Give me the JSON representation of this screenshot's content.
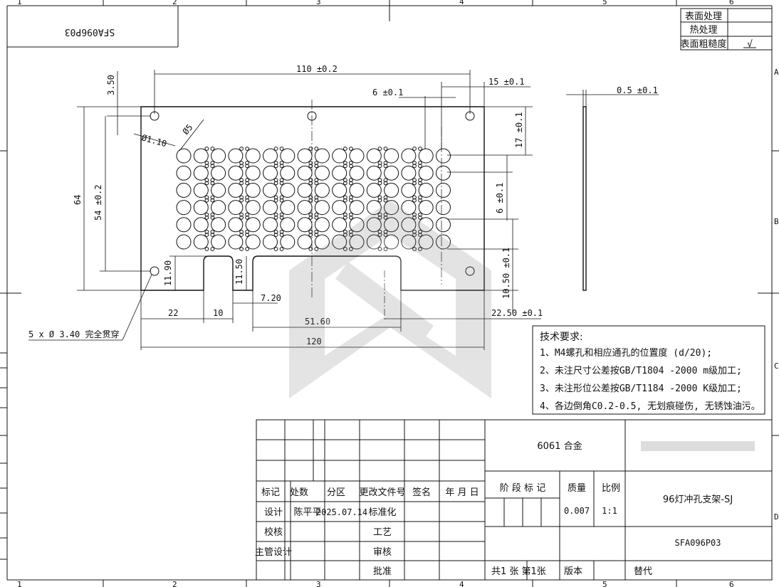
{
  "border": {
    "top_zones": [
      "1",
      "2",
      "3",
      "4",
      "5",
      "6"
    ],
    "bottom_zones": [
      "1",
      "2",
      "3",
      "4",
      "5",
      "6"
    ],
    "right_zones": [
      "A",
      "B",
      "C",
      "D"
    ]
  },
  "mirrored_code": "SFA096P03",
  "surface_table": {
    "rows": [
      {
        "label": "表面处理",
        "value": ""
      },
      {
        "label": "热处理",
        "value": ""
      },
      {
        "label": "表面粗糙度",
        "value": "√"
      }
    ]
  },
  "dims": {
    "d110": "110 ±0.2",
    "d6": "6 ±0.1",
    "d15": "15 ±0.1",
    "d05": "0.5 ±0.1",
    "d350": "3.50",
    "d64": "64",
    "d54": "54 ±0.2",
    "dphi110": "Ø1.10",
    "dphi5": "Ø5",
    "d17": "17 ±0.1",
    "d6v": "6 ±0.1",
    "d1050": "10.50 ±0.1",
    "d1190": "11.90",
    "d1150": "11.50",
    "d720": "7.20",
    "d22": "22",
    "d10": "10",
    "d5160": "51.60",
    "d2250": "22.50 ±0.1",
    "d120": "120",
    "holes": "5 x Ø 3.40 完全贯穿"
  },
  "tech": {
    "title": "技术要求:",
    "items": [
      "1、M4螺孔和相应通孔的位置度 (d/20);",
      "2、未注尺寸公差按GB/T1804 -2000 m级加工;",
      "3、未注形位公差按GB/T1184 -2000 K级加工;",
      "4、各边倒角C0.2-0.5, 无划痕碰伤, 无锈蚀油污。"
    ]
  },
  "title_block": {
    "material": "6061 合金",
    "part_name": "96灯冲孔支架-SJ",
    "part_code": "SFA096P03",
    "header_labels": [
      "标记",
      "处数",
      "分区",
      "更改文件号",
      "签名",
      "年 月 日"
    ],
    "stage_label": "阶 段 标 记",
    "mass_label": "质量",
    "scale_label": "比例",
    "mass_value": "0.007",
    "scale_value": "1:1",
    "rows": [
      {
        "role": "设计",
        "name": "陈平平",
        "date": "2025.07.14",
        "func": "标准化"
      },
      {
        "role": "校核",
        "name": "",
        "date": "",
        "func": "工艺"
      },
      {
        "role": "主管设计",
        "name": "",
        "date": "",
        "func": "审核"
      },
      {
        "role": "",
        "name": "",
        "date": "",
        "func": "批准"
      }
    ],
    "sheets": "共1 张  第1张",
    "version": "版本",
    "replace": "替代"
  }
}
